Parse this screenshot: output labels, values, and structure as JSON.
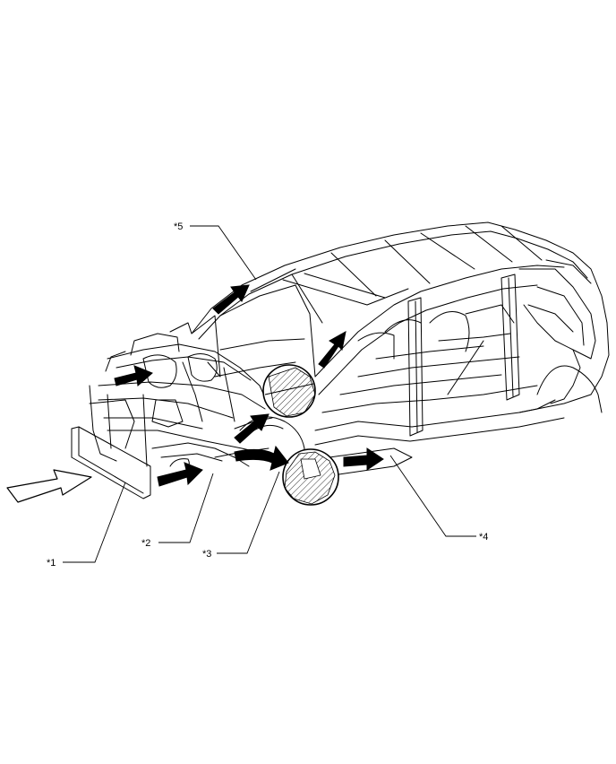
{
  "callouts": {
    "c1": "*1",
    "c2": "*2",
    "c3": "*3",
    "c4": "*4",
    "c5": "*5"
  },
  "colors": {
    "line": "#000000",
    "background": "#ffffff",
    "arrow_fill": "#000000",
    "impact_arrow_fill": "#ffffff"
  },
  "icons": {
    "impact_arrow": "outlined-arrow-right",
    "load_path_arrow": "solid-arrow"
  }
}
